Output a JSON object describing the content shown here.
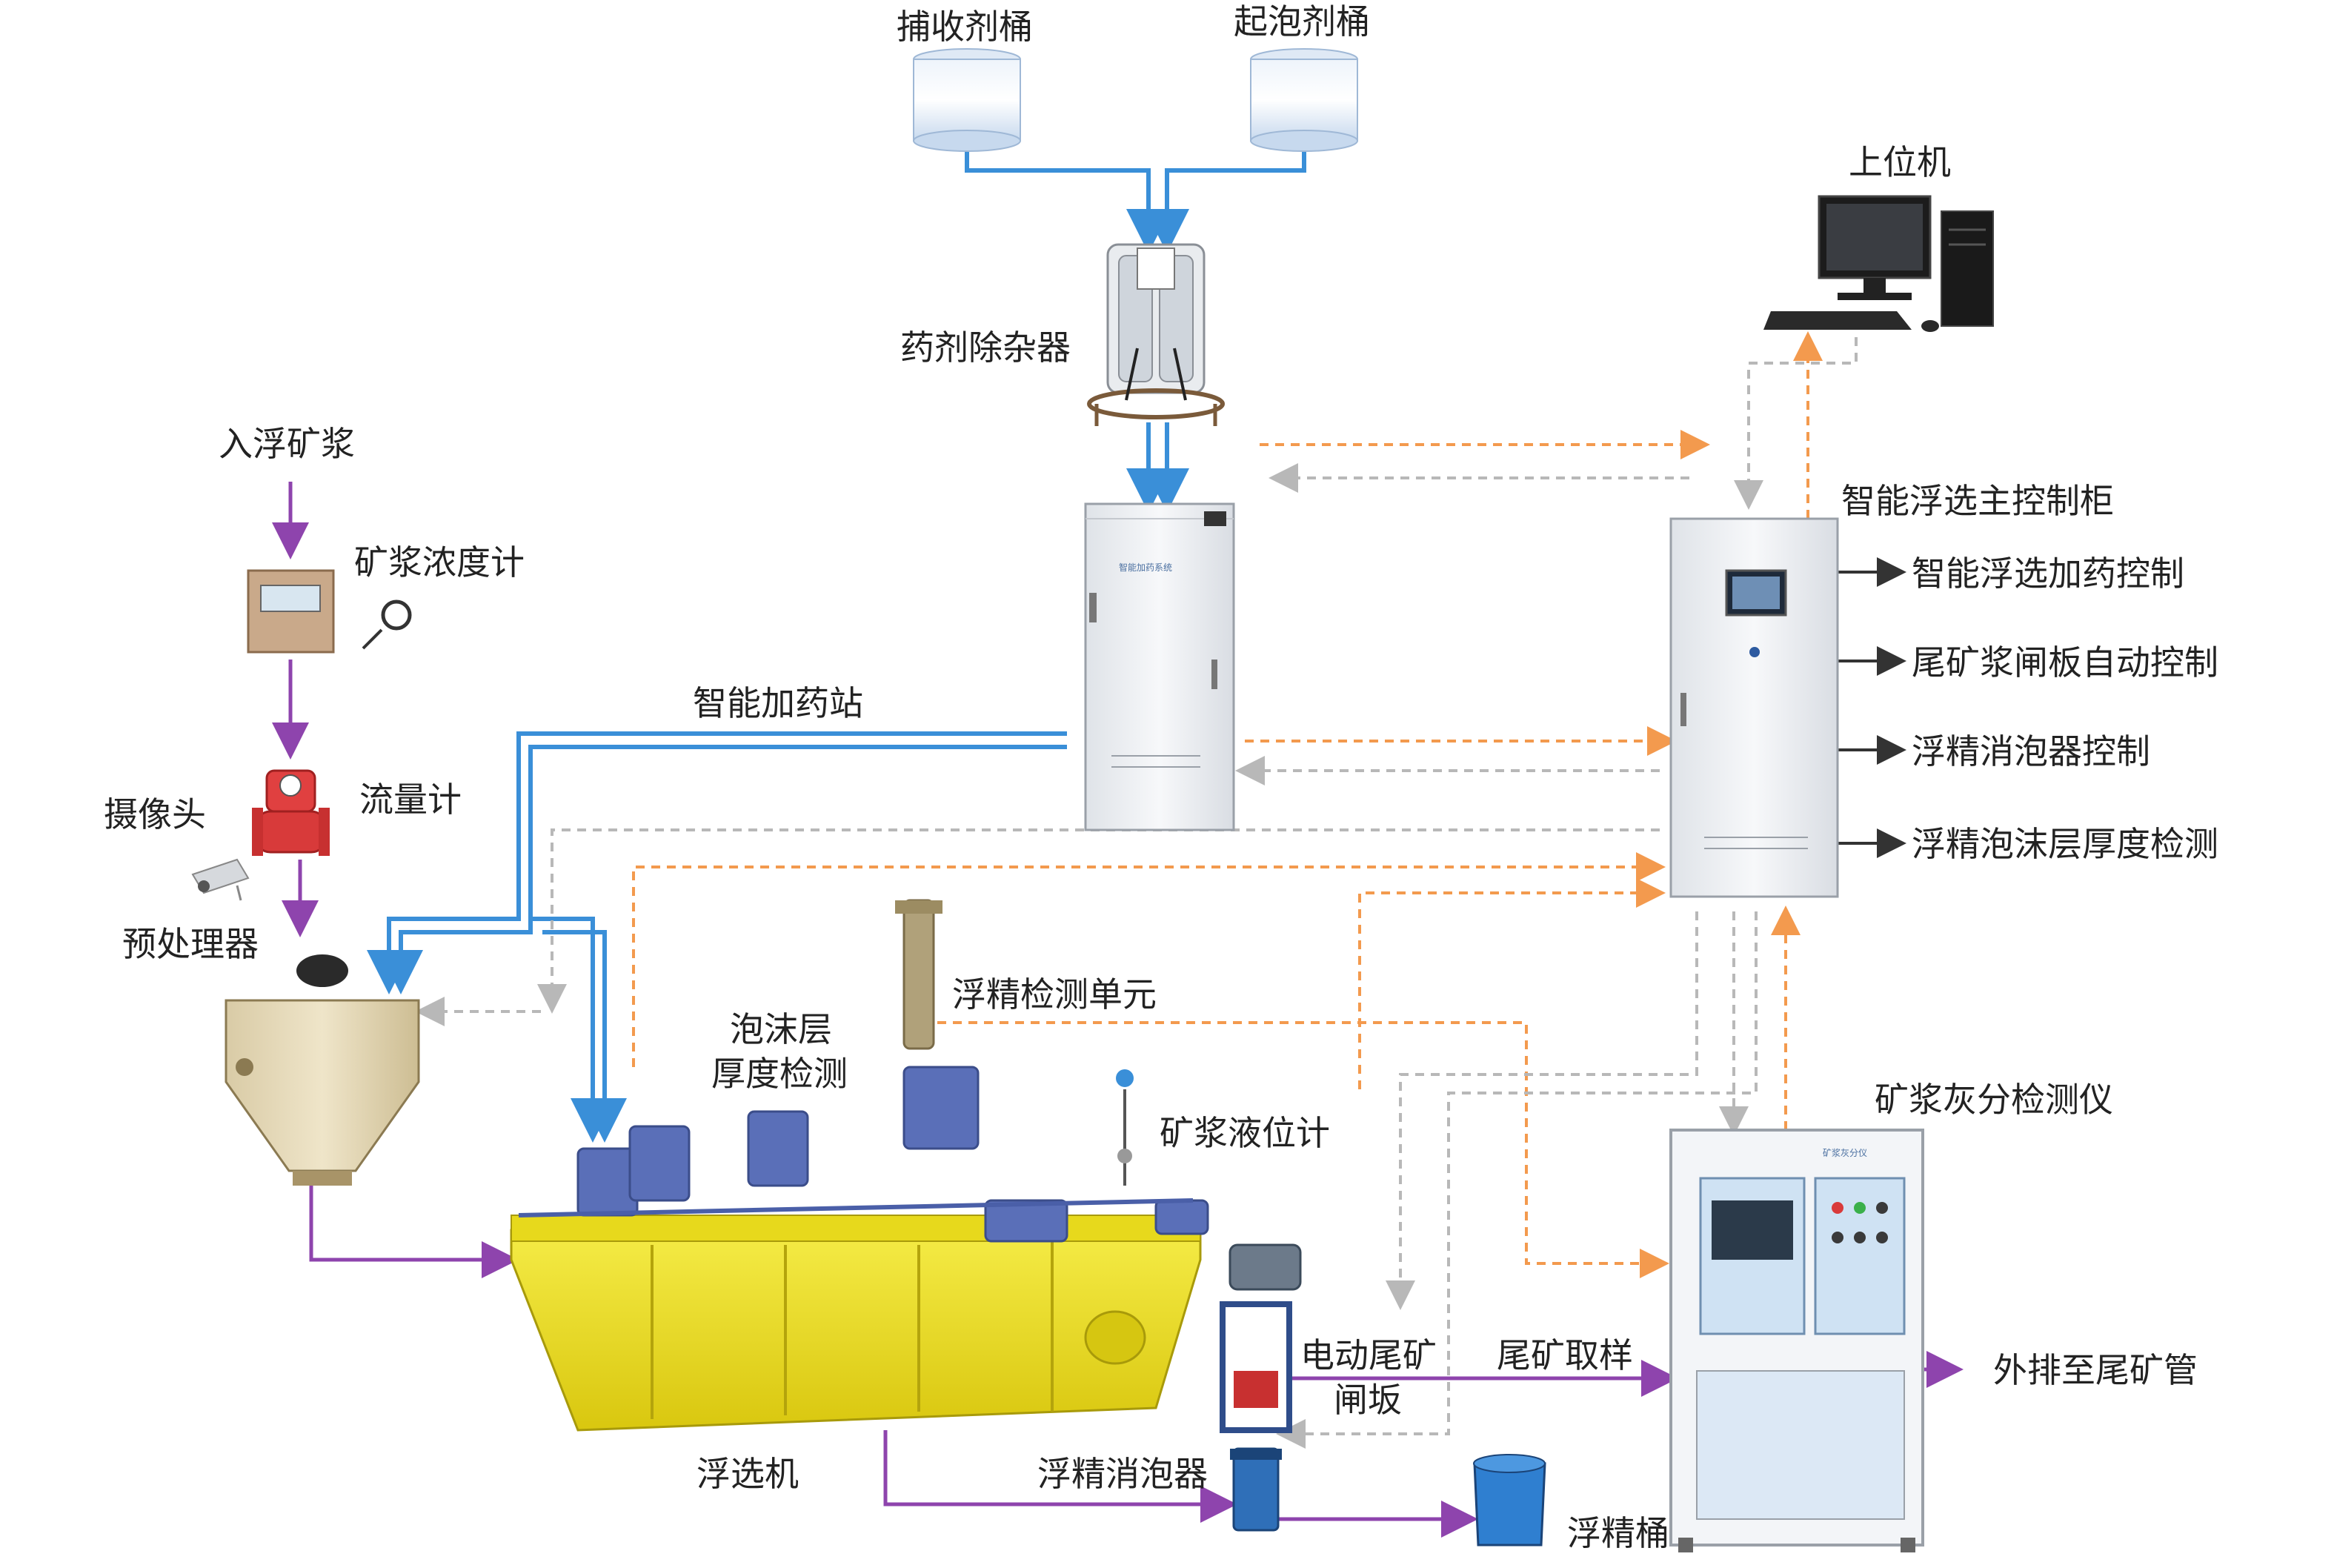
{
  "colors": {
    "slurry_flow": "#8e44ad",
    "reagent_flow": "#3a8fd8",
    "control_signal": "#f39a4e",
    "feedback_signal": "#b8b8b8",
    "flotation_machine": "#f3e51c",
    "motor": "#5a6fb8",
    "cabinet": "#eef0f3"
  },
  "labels": {
    "collector_tank": "捕收剂桶",
    "frother_tank": "起泡剂桶",
    "reagent_purifier": "药剂除杂器",
    "feed_slurry": "入浮矿浆",
    "density_meter": "矿浆浓度计",
    "camera": "摄像头",
    "flow_meter": "流量计",
    "pretreatment": "预处理器",
    "dosing_station": "智能加药站",
    "upper_computer": "上位机",
    "main_cabinet": "智能浮选主控制柜",
    "func_dosing_control": "智能浮选加药控制",
    "func_gate_control": "尾矿浆闸板自动控制",
    "func_defoamer_control": "浮精消泡器控制",
    "func_froth_detection": "浮精泡沫层厚度检测",
    "concentrate_detection_unit": "浮精检测单元",
    "froth_thickness_line1": "泡沫层",
    "froth_thickness_line2": "厚度检测",
    "level_meter": "矿浆液位计",
    "ash_analyzer": "矿浆灰分检测仪",
    "electric_gate_line1": "电动尾矿",
    "electric_gate_line2": "闸坂",
    "tailings_sampling": "尾矿取样",
    "discharge": "外排至尾矿管",
    "flotation_machine": "浮选机",
    "defoamer": "浮精消泡器",
    "concentrate_tank": "浮精桶"
  },
  "device_panel": {
    "dosing_station_plate": "智能加药系统",
    "ash_analyzer_plate": "矿浆灰分仪"
  }
}
